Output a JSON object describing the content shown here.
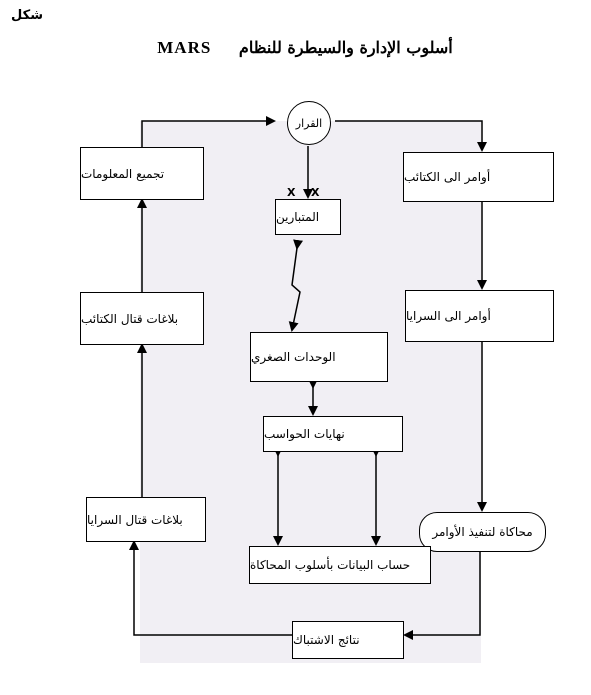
{
  "corner_label": "شكل",
  "title": {
    "arabic": "أسلوب الإدارة والسيطرة للنظام",
    "system": "MARS"
  },
  "nodes": {
    "decision": "القرار",
    "collect_info": "تجميع المعلومات",
    "orders_battalions": "أوامر الى الكتائب",
    "contestants": "المتبارين",
    "battalion_battle_reports": "بلاغات قتال الكتائب",
    "orders_companies": "أوامر الى السرايا",
    "small_units": "الوحدات الصغري",
    "computer_terminals": "نهايات الحواسب",
    "company_battle_reports": "بلاغات قتال السرايا",
    "order_simulation": "محاكاة لتنفيذ الأوامر",
    "data_computation": "حساب البيانات بأسلوب المحاكاة",
    "engagement_results": "نتائج الاشتباك"
  },
  "markers": {
    "cross_left": "X",
    "cross_right": "X"
  },
  "colors": {
    "panel_fill": "#f1eff4",
    "line": "#000000"
  }
}
